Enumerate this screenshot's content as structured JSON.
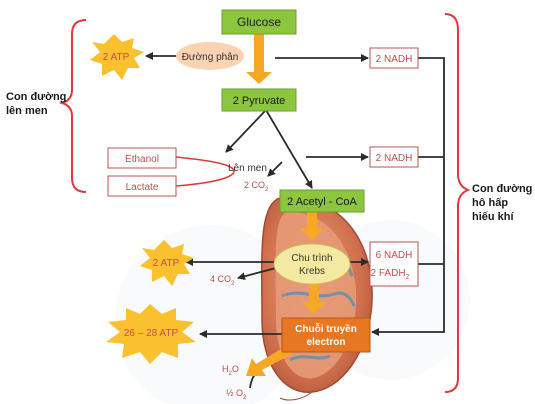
{
  "nodes": {
    "glucose": "Glucose",
    "pyruvate": "2 Pyruvate",
    "acetyl": "2 Acetyl - CoA",
    "glycolysis": "Đường phân",
    "fermentation": "Lên men",
    "krebs_line1": "Chu trình",
    "krebs_line2": "Krebs",
    "etc_line1": "Chuỗi truyền",
    "etc_line2": "electron",
    "ethanol": "Ethanol",
    "lactate": "Lactate"
  },
  "outputs": {
    "atp_glycolysis": "2 ATP",
    "atp_krebs": "2 ATP",
    "atp_etc": "26 – 28 ATP",
    "nadh_glycolysis": "2 NADH",
    "nadh_pyruvate": "2 NADH",
    "nadh_krebs": "6 NADH",
    "fadh_krebs": "2 FADH",
    "fadh_sub": "2",
    "co2_fermentation": "2 CO",
    "co2_fermentation_sub": "2",
    "co2_krebs": "4 CO",
    "co2_krebs_sub": "2",
    "water": "H",
    "water_sub": "2",
    "water_tail": "O",
    "oxygen": "½ O",
    "oxygen_sub": "2"
  },
  "labels": {
    "fermentation_path_line1": "Con đường",
    "fermentation_path_line2": "lên men",
    "aerobic_path_line1": "Con đường",
    "aerobic_path_line2": "hô hấp",
    "aerobic_path_line3": "hiếu khí"
  },
  "colors": {
    "green_box": "#8cc63f",
    "orange_arrow": "#f7a823",
    "red_bracket": "#e03a3e",
    "star_fill": "#fbc02d",
    "glycolysis_oval": "#fbd3b3",
    "krebs_oval": "#f3e9a0",
    "etc_box": "#e87722",
    "box_border": "#c0504d",
    "dark_arrow": "#2b2b2b"
  }
}
